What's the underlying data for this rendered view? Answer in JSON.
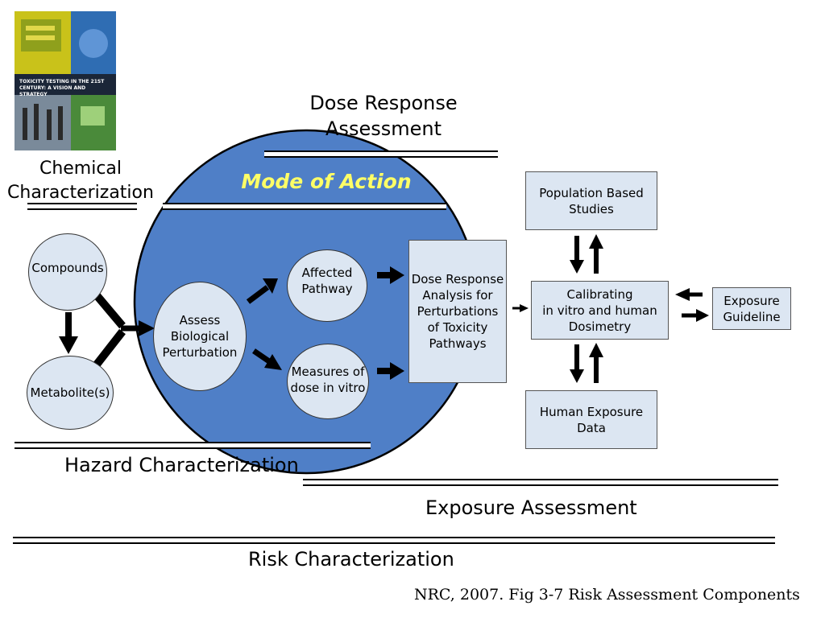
{
  "cover": {
    "title": "TOXICITY TESTING IN THE 21ST CENTURY: A VISION AND STRATEGY"
  },
  "headings": {
    "dose_response": "Dose Response\nAssessment",
    "chemical": "Chemical\nCharacterization",
    "mode_of_action": "Mode of Action",
    "hazard": "Hazard Characterization",
    "exposure": "Exposure Assessment",
    "risk": "Risk Characterization",
    "citation": "NRC, 2007. Fig 3-7 Risk Assessment Components"
  },
  "nodes": {
    "compounds": "Compounds",
    "metabolites": "Metabolite(s)",
    "assess": "Assess\nBiological\nPerturbation",
    "affected": "Affected\nPathway",
    "measures": "Measures of\ndose in vitro",
    "dose_response_analysis": "Dose Response\nAnalysis for\nPerturbations\nof Toxicity\nPathways",
    "population": "Population Based\nStudies",
    "calibrating": "Calibrating\nin vitro and human\nDosimetry",
    "human_exposure": "Human Exposure\nData",
    "exposure_guideline": "Exposure\nGuideline"
  },
  "colors": {
    "circle_fill": "#4f7fc7",
    "node_fill": "#dce6f2",
    "mode_of_action_text": "#ffff66"
  }
}
